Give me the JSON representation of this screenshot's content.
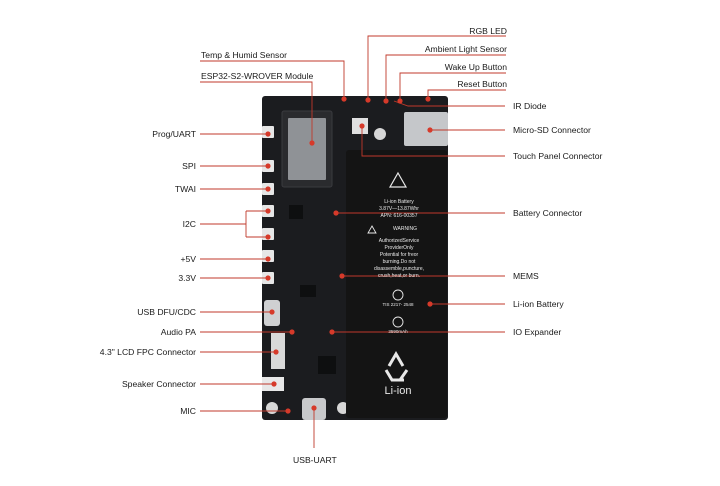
{
  "labels": {
    "left": {
      "prog_uart": "Prog/UART",
      "spi": "SPI",
      "twai": "TWAI",
      "i2c": "I2C",
      "v5": "+5V",
      "v33": "3.3V",
      "usb_dfu_cdc": "USB DFU/CDC",
      "audio_pa": "Audio PA",
      "lcd_fpc": "4.3\" LCD FPC Connector",
      "speaker": "Speaker Connector",
      "mic": "MIC"
    },
    "top": {
      "temp_humid": "Temp & Humid Sensor",
      "esp32": "ESP32-S2-WROVER Module"
    },
    "right": {
      "rgb_led": "RGB LED",
      "ambient_light": "Ambient Light Sensor",
      "wake_up": "Wake Up Button",
      "reset": "Reset Button",
      "ir_diode": "IR Diode",
      "micro_sd": "Micro-SD Connector",
      "touch_panel": "Touch Panel Connector",
      "battery_connector": "Battery Connector",
      "mems": "MEMS",
      "li_ion_battery": "Li-ion Battery",
      "io_expander": "IO Expander"
    },
    "bottom": {
      "usb_uart": "USB-UART"
    }
  },
  "battery": {
    "line1": "Li-ion Battery",
    "line2": "3.87V—13.87Whr",
    "line3": "APN: 616-00357",
    "warning": "WARNING",
    "body1": "AuthorizedService",
    "body2": "ProviderOnly",
    "body3": "Potential for freor",
    "body4": "burning.Do not",
    "body5": "disassemble,puncture,",
    "body6": "crush,heat,or burn.",
    "cert": "TIS 2217- 2548",
    "capacity": "3590mAh",
    "brand": "Li-ion"
  },
  "colors": {
    "pcb": "#1b1c1f",
    "battery": "#141414",
    "leader_line": "#c0392b",
    "marker": "#d63a2a"
  }
}
